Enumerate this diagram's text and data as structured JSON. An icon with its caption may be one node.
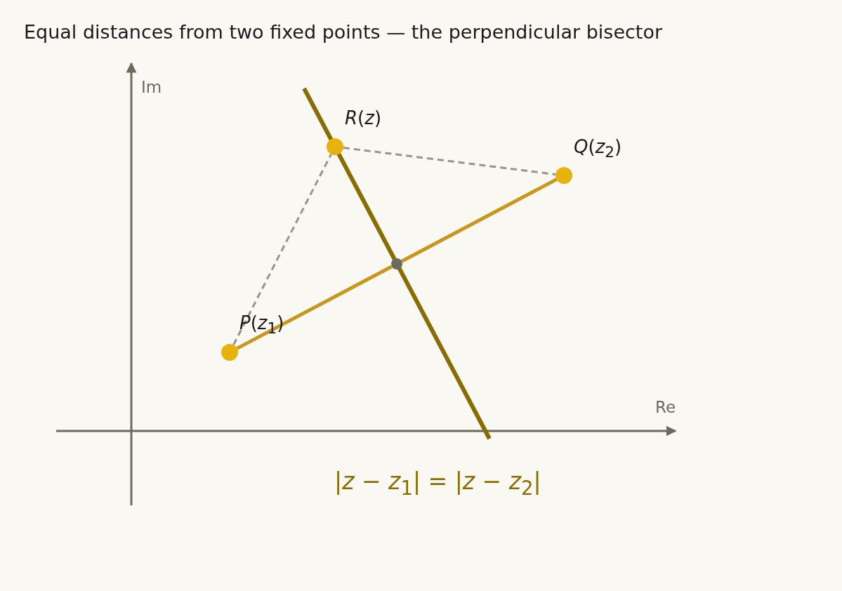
{
  "diagram": {
    "title": "Equal distances from two fixed points — the perpendicular bisector",
    "nodes": [
      {
        "text": [
          "*R*(*z*)"
        ]
      },
      {
        "text": [
          "*Q*(*z*$_{2}$)"
        ]
      },
      {
        "text": [
          "*P*(*z*$_{1}$)"
        ]
      },
      {
        "text": [],
        "shape": "circle"
      }
    ],
    "edges": [
      {
        "from": 2,
        "to": 0,
        "arrow": "none",
        "style": "dashed",
        "color": "#97948a"
      },
      {
        "from": 0,
        "to": 1,
        "arrow": "none",
        "style": "dashed",
        "color": "#97948a"
      },
      {
        "from": 2,
        "to": 3,
        "arrow": "none",
        "color": "#c9961e"
      },
      {
        "from": 3,
        "to": 1,
        "arrow": "none",
        "color": "#c9961e"
      }
    ],
    "labels": [
      "Im",
      "Re",
      "|*z* − *z*$_{1}$| = |*z* − *z*$_{2}$|"
    ]
  }
}
